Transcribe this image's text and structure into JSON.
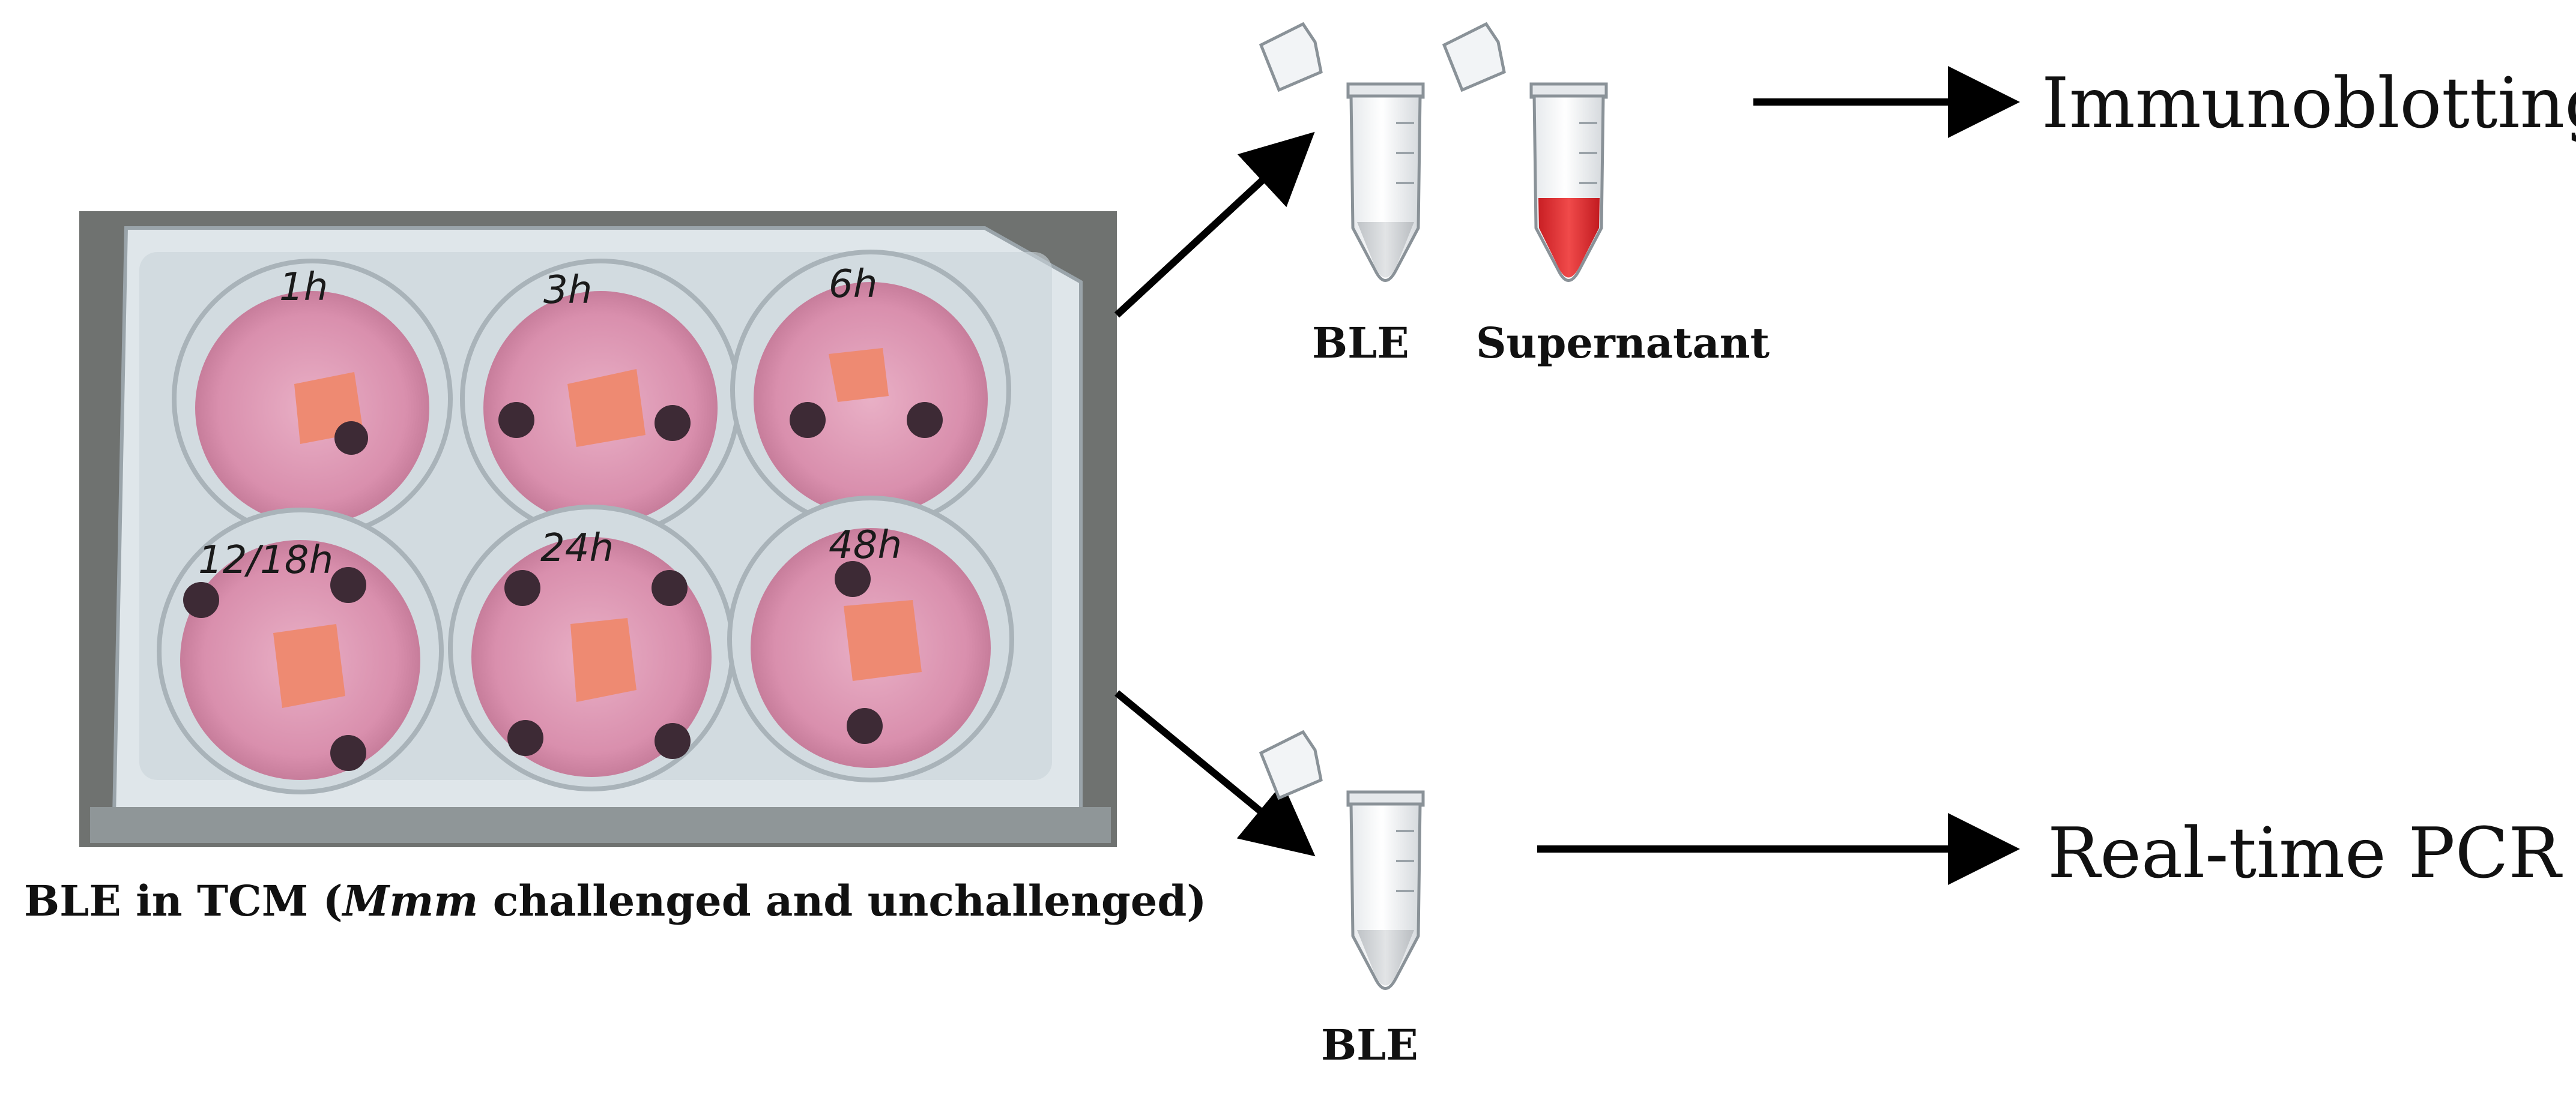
{
  "plate": {
    "well_labels": [
      "1h",
      "3h",
      "6h",
      "12/18h",
      "24h",
      "48h"
    ],
    "caption_prefix": "BLE in TCM (",
    "caption_italic": "Mmm",
    "caption_suffix": " challenged and unchallenged)"
  },
  "branch_top": {
    "tube1_label": "BLE",
    "tube2_label": "Supernatant",
    "output": "Immunoblotting"
  },
  "branch_bottom": {
    "tube_label": "BLE",
    "output": "Real-time PCR"
  },
  "colors": {
    "medium": "#e8a6bf",
    "tissue": "#ee8a72",
    "supernatant": "#e23b3b",
    "arrow": "#000000"
  }
}
